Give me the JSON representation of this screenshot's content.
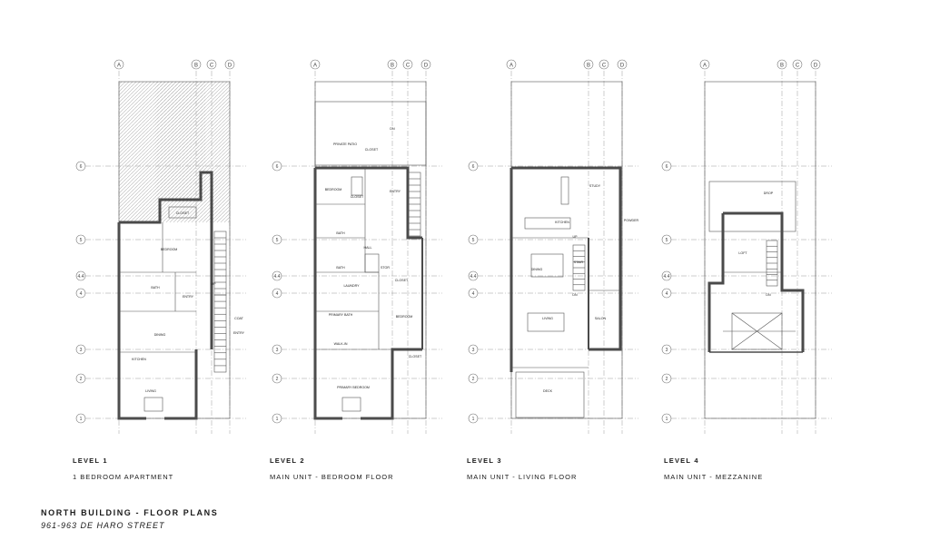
{
  "sheet": {
    "title": "NORTH BUILDING - FLOOR PLANS",
    "address": "961-963 DE HARO STREET"
  },
  "grid": {
    "columns": [
      "A",
      "B",
      "C",
      "D"
    ],
    "rows": [
      "1",
      "2",
      "3",
      "4",
      "4.4",
      "5",
      "6"
    ]
  },
  "levels": [
    {
      "label": "LEVEL 1",
      "subtitle": "1 BEDROOM APARTMENT"
    },
    {
      "label": "LEVEL 2",
      "subtitle": "MAIN UNIT - BEDROOM FLOOR"
    },
    {
      "label": "LEVEL 3",
      "subtitle": "MAIN UNIT - LIVING FLOOR"
    },
    {
      "label": "LEVEL 4",
      "subtitle": "MAIN UNIT - MEZZANINE"
    }
  ],
  "rooms": {
    "level1": [
      "CLOSET",
      "BEDROOM",
      "BATH",
      "ENTRY",
      "UP",
      "DINING",
      "KITCHEN",
      "LIVING",
      "COAT",
      "ENTRY"
    ],
    "level2": [
      "PRIVATE PATIO",
      "CLOSET",
      "DN",
      "BEDROOM",
      "CLOSET",
      "ENTRY",
      "BATH",
      "HALL",
      "BATH",
      "LAUNDRY",
      "STOR",
      "CLOSET",
      "PRIMARY BATH",
      "BEDROOM",
      "WALK-IN",
      "CLOSET",
      "PRIMARY BEDROOM"
    ],
    "level3": [
      "STUDY",
      "KITCHEN",
      "POWDER",
      "DINING",
      "LIVING",
      "SALON",
      "DECK",
      "UP",
      "STAIR",
      "DN"
    ],
    "level4": [
      "DROP",
      "LOFT",
      "DN"
    ]
  },
  "colors": {
    "wall": "#4a4a4a",
    "line": "#555555",
    "grid": "#9a9a9a",
    "hatch": "#b5b5b5",
    "text": "#1a1a1a"
  }
}
